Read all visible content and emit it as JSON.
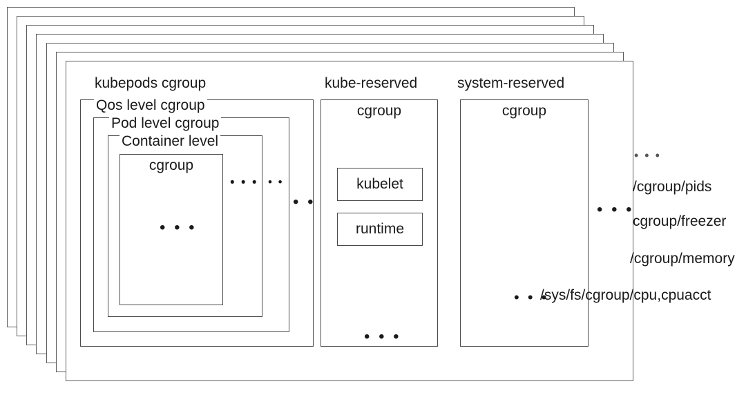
{
  "diagram": {
    "title": "Kubernetes node cgroup hierarchy",
    "stack_layers": 6,
    "stroke_color": "#4a4a4a",
    "background_color": "#ffffff",
    "text_color": "#1a1a1a"
  },
  "columns": {
    "kubepods": {
      "title": "kubepods cgroup",
      "levels": [
        {
          "label": "Qos level cgroup",
          "ellipsis": "• • •"
        },
        {
          "label": "Pod level cgroup",
          "ellipsis": "• •"
        },
        {
          "label": "Container level",
          "label2": "cgroup",
          "ellipsis": "• • •"
        }
      ],
      "inner_ellipsis": "• • •"
    },
    "kube_reserved": {
      "title_line1": "kube-reserved",
      "title_line2": "cgroup",
      "items": [
        "kubelet",
        "runtime"
      ],
      "ellipsis": "• • •"
    },
    "system_reserved": {
      "title_line1": "system-reserved",
      "title_line2": "cgroup",
      "ellipsis": "• • •"
    }
  },
  "paths": {
    "top_ellipsis": "• • •",
    "items": [
      "/cgroup/pids",
      "cgroup/freezer",
      "/cgroup/memory"
    ],
    "front_ellipsis": "• • •",
    "front_label": "/sys/fs/cgroup/cpu,cpuacct"
  }
}
